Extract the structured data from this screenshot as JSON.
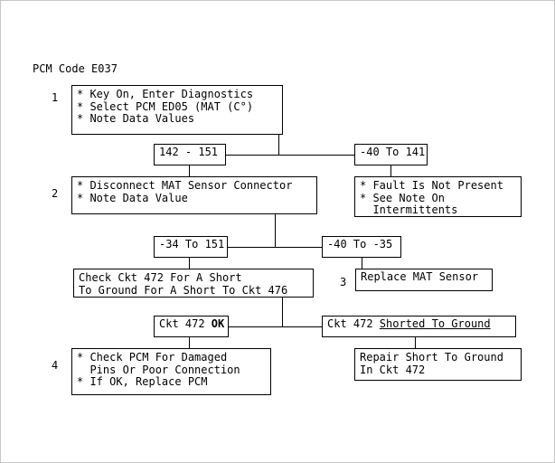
{
  "header": {
    "title": "PCM Code E037"
  },
  "steps": {
    "one": "1",
    "two": "2",
    "three": "3",
    "four": "4"
  },
  "boxes": {
    "step1": {
      "line1": "* Key On, Enter Diagnostics",
      "line2": "* Select PCM ED05 (MAT (C°)",
      "line3": "* Note Data Values"
    },
    "range_142_151": "142 - 151",
    "range_m40_141": "-40 To 141",
    "step2": {
      "line1": "* Disconnect MAT Sensor Connector",
      "line2": "* Note Data Value"
    },
    "fault_not_present": {
      "line1": "* Fault Is Not Present",
      "line2": "* See Note On",
      "line3": "  Intermittents"
    },
    "range_m34_151": "-34 To 151",
    "range_m40_m35": "-40 To -35",
    "check_ckt472": {
      "line1": "Check Ckt 472 For A Short",
      "line2": "To Ground For A Short To Ckt 476"
    },
    "replace_mat_sensor": "Replace MAT Sensor",
    "ckt472_ok": {
      "prefix": "Ckt 472 ",
      "emphasis": "OK"
    },
    "ckt472_shorted": {
      "prefix": "Ckt 472 ",
      "emphasis": "Shorted To Ground"
    },
    "step4": {
      "line1": "* Check PCM For Damaged",
      "line2": "  Pins Or Poor Connection",
      "line3": "* If OK, Replace PCM"
    },
    "repair_short": {
      "line1": "Repair Short To Ground",
      "line2": "In Ckt 472"
    }
  },
  "colors": {
    "stroke": "#000000",
    "background": "#ffffff",
    "frame": "#c8c8c8"
  }
}
